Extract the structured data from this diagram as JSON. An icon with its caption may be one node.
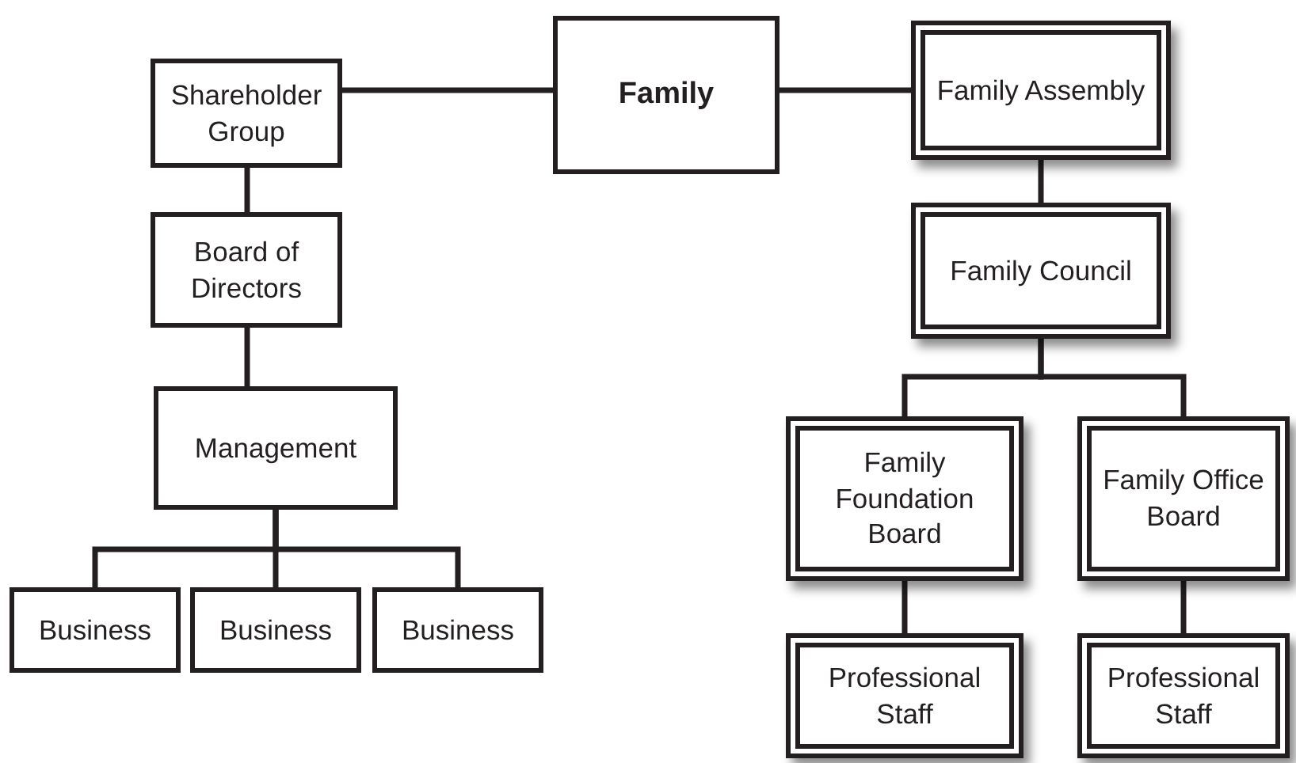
{
  "diagram": {
    "nodes": [
      {
        "text": [
          "Family"
        ]
      },
      {
        "text": [
          "Shareholder Group"
        ]
      },
      {
        "text": [
          "Board of Directors"
        ]
      },
      {
        "text": [
          "Management"
        ]
      },
      {
        "text": [
          "Business"
        ]
      },
      {
        "text": [
          "Business"
        ]
      },
      {
        "text": [
          "Business"
        ]
      },
      {
        "text": [
          "Family Assembly"
        ]
      },
      {
        "text": [
          "Family Council"
        ]
      },
      {
        "text": [
          "Family Foundation Board"
        ]
      },
      {
        "text": [
          "Family Office Board"
        ]
      },
      {
        "text": [
          "Professional Staff"
        ]
      },
      {
        "text": [
          "Professional Staff"
        ]
      }
    ],
    "edges": [
      {
        "from": 0,
        "to": 1,
        "arrow": "none"
      },
      {
        "from": 0,
        "to": 7,
        "arrow": "none"
      },
      {
        "from": 1,
        "to": 2,
        "arrow": "none"
      },
      {
        "from": 2,
        "to": 3,
        "arrow": "none"
      },
      {
        "from": 3,
        "to": 4,
        "arrow": "none"
      },
      {
        "from": 3,
        "to": 5,
        "arrow": "none"
      },
      {
        "from": 3,
        "to": 6,
        "arrow": "none"
      },
      {
        "from": 7,
        "to": 8,
        "arrow": "none"
      },
      {
        "from": 8,
        "to": 9,
        "arrow": "none"
      },
      {
        "from": 8,
        "to": 10,
        "arrow": "none"
      },
      {
        "from": 9,
        "to": 11,
        "arrow": "none"
      },
      {
        "from": 10,
        "to": 12,
        "arrow": "none"
      }
    ]
  }
}
